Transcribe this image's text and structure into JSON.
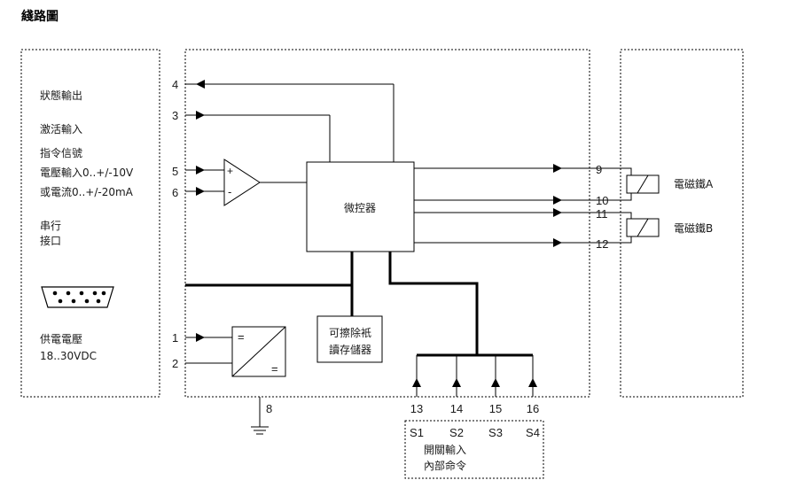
{
  "title": "綫路圖",
  "left_panel": {
    "status_output": "狀態輸出",
    "activate_input": "激活輸入",
    "command_signal": "指令信號",
    "voltage_input": "電壓輸入0..+/-10V",
    "current_input": "或電流0..+/-20mA",
    "serial_line1": "串行",
    "serial_line2": "接口",
    "power_line1": "供電電壓",
    "power_line2": "18..30VDC"
  },
  "pins": {
    "p1": "1",
    "p2": "2",
    "p3": "3",
    "p4": "4",
    "p5": "5",
    "p6": "6",
    "p8": "8",
    "p9": "9",
    "p10": "10",
    "p11": "11",
    "p12": "12",
    "p13": "13",
    "p14": "14",
    "p15": "15",
    "p16": "16"
  },
  "opamp": {
    "plus": "+",
    "minus": "-"
  },
  "psu": {
    "top": "=",
    "bottom": "="
  },
  "microcontroller": "微控器",
  "eeprom": {
    "line1": "可擦除衹",
    "line2": "讀存儲器"
  },
  "solenoids": {
    "a": "電磁鐵A",
    "b": "電磁鐵B"
  },
  "switch_box": {
    "s1": "S1",
    "s2": "S2",
    "s3": "S3",
    "s4": "S4",
    "line1": "開關輸入",
    "line2": "內部命令"
  }
}
